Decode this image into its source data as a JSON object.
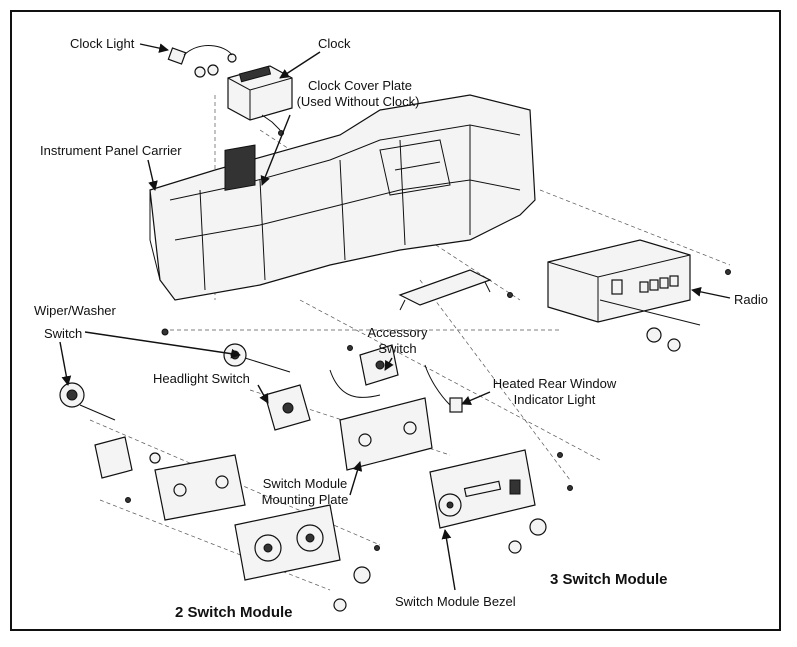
{
  "labels": {
    "clock_light": "Clock Light",
    "clock": "Clock",
    "clock_cover_plate_1": "Clock Cover Plate",
    "clock_cover_plate_2": "(Used Without Clock)",
    "instrument_panel_carrier": "Instrument Panel Carrier",
    "radio": "Radio",
    "wiper_washer_1": "Wiper/Washer",
    "wiper_washer_2": "Switch",
    "accessory_switch_1": "Accessory",
    "accessory_switch_2": "Switch",
    "headlight_switch": "Headlight Switch",
    "heated_rear_window_1": "Heated Rear Window",
    "heated_rear_window_2": "Indicator Light",
    "switch_module_mounting_plate_1": "Switch Module",
    "switch_module_mounting_plate_2": "Mounting Plate",
    "three_switch_module": "3 Switch Module",
    "switch_module_bezel": "Switch Module Bezel",
    "two_switch_module": "2 Switch Module"
  }
}
